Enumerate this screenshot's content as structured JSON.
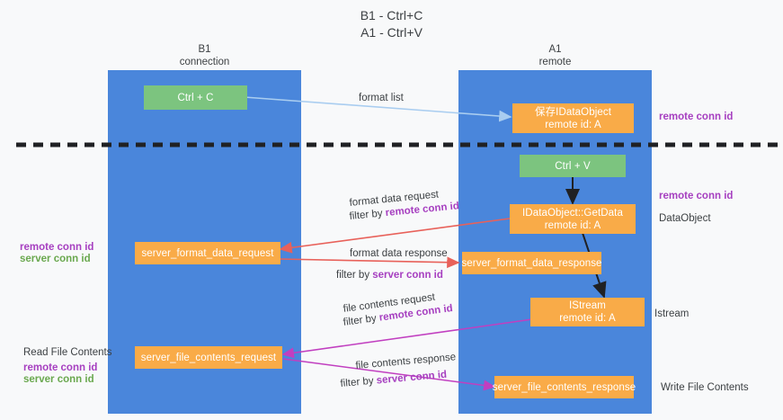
{
  "title": {
    "line1": "B1 - Ctrl+C",
    "line2": "A1 - Ctrl+V"
  },
  "columns": [
    {
      "name": "B1",
      "sub": "connection"
    },
    {
      "name": "A1",
      "sub": "remote"
    }
  ],
  "nodes": {
    "ctrl_c": "Ctrl + C",
    "idataobject_title": "保存IDataObject",
    "idataobject_sub": "remote id: A",
    "ctrl_v": "Ctrl + V",
    "getdata_title": "IDataObject::GetData",
    "getdata_sub": "remote id: A",
    "server_format_data_request": "server_format_data_request",
    "server_format_data_response": "server_format_data_response",
    "istream_title": "IStream",
    "istream_sub": "remote id: A",
    "server_file_contents_request": "server_file_contents_request",
    "server_file_contents_response": "server_file_contents_response"
  },
  "edge_labels": {
    "format_list": "format list",
    "format_data_request": "format data request",
    "format_data_request_filter_prefix": "filter by ",
    "format_data_request_filter_key": "remote conn id",
    "format_data_response": "format data response",
    "format_data_response_filter_prefix": "filter by ",
    "format_data_response_filter_key": "server conn id",
    "file_contents_request": "file contents request",
    "file_contents_request_filter_prefix": "filter by ",
    "file_contents_request_filter_key": "remote conn id",
    "file_contents_response": "file contents response",
    "file_contents_response_filter_prefix": "filter by ",
    "file_contents_response_filter_key": "server conn id"
  },
  "annotations": {
    "right_remote_conn_id_top": "remote conn id",
    "right_remote_conn_id_mid": "remote conn id",
    "right_dataobject": "DataObject",
    "right_istream": "Istream",
    "right_write_file_contents": "Write File Contents",
    "left_remote_conn_id": "remote conn id",
    "left_server_conn_id": "server conn id",
    "left_read_file_contents": "Read File Contents",
    "left_bottom_remote_conn_id": "remote conn id",
    "left_bottom_server_conn_id": "server conn id"
  },
  "colors": {
    "lane": "#4a86db",
    "node_orange": "#f9ab48",
    "node_green": "#7cc47f",
    "purple": "#a63fc0",
    "green": "#6aa84f",
    "arrow_blue": "#a9cdf0",
    "arrow_red": "#e8615a",
    "arrow_black": "#202124",
    "arrow_magenta": "#c13fc0",
    "divider": "#202124",
    "background": "#f8f9fa"
  }
}
